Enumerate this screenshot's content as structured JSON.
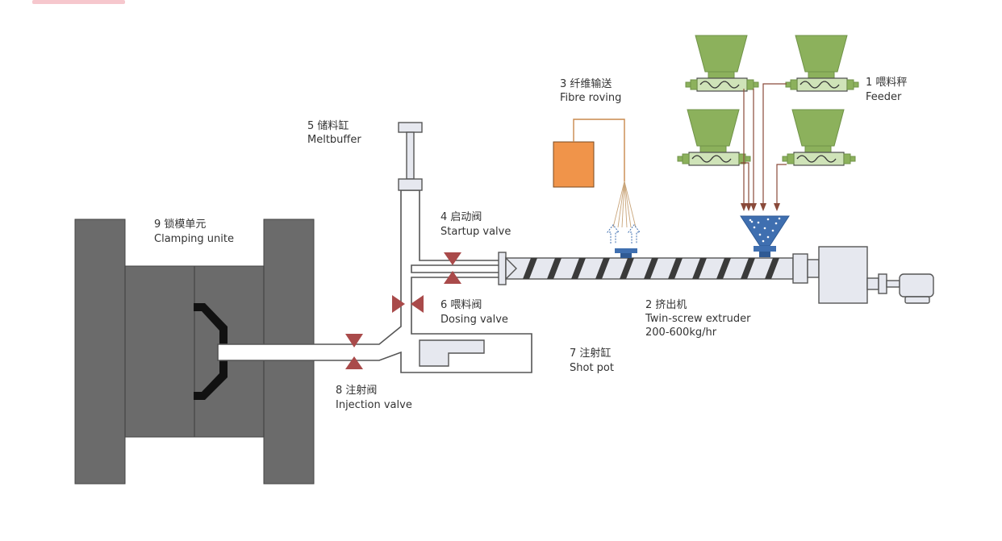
{
  "labels": {
    "feeder_cn": "1 喂料秤",
    "feeder_en": "Feeder",
    "extruder_cn": "2 挤出机",
    "extruder_en": "Twin-screw extruder",
    "extruder_rate": "200-600kg/hr",
    "fibre_cn": "3 纤维输送",
    "fibre_en": "Fibre roving",
    "startup_cn": "4 启动阀",
    "startup_en": "Startup valve",
    "meltbuffer_cn": "5 储料缸",
    "meltbuffer_en": "Meltbuffer",
    "dosing_cn": "6 喂料阀",
    "dosing_en": "Dosing valve",
    "shotpot_cn": "7 注射缸",
    "shotpot_en": "Shot pot",
    "injection_cn": "8 注射阀",
    "injection_en": "Injection valve",
    "clamping_cn": "9 锁模单元",
    "clamping_en": "Clamping unite"
  },
  "colors": {
    "clamp_dark": "#5a5a5a",
    "clamp_mid": "#6b6b6b",
    "hopper_green": "#8cb15c",
    "feeder_body": "#cfe3b8",
    "roving_box": "#f0944a",
    "hopper_blue": "#3f6fb0",
    "valve_red": "#a94a4a",
    "machine_gray": "#e6e8ef"
  },
  "icons": {
    "valve": "bowtie-valve-icon",
    "feeder": "screw-feeder-icon",
    "hopper": "blue-hopper-icon"
  }
}
